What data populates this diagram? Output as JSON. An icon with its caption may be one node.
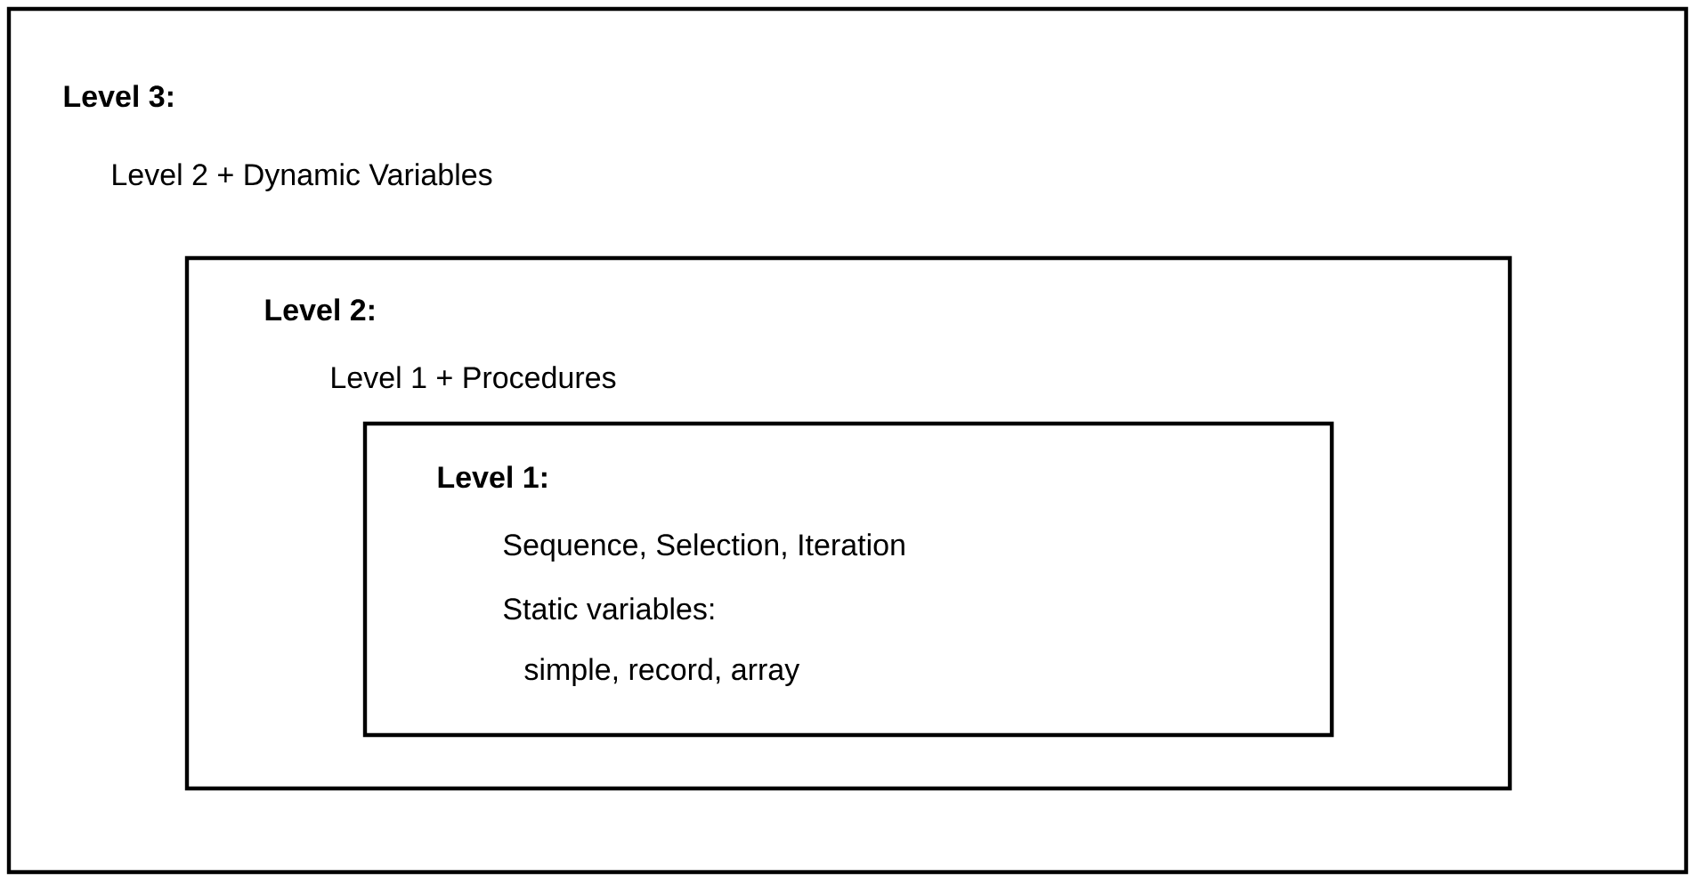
{
  "diagram": {
    "nodes": [
      {
        "text": [
          "Level 3:",
          "Level 2 + Dynamic Variables"
        ]
      },
      {
        "text": [
          "Level 2:",
          "Level 1 + Procedures"
        ],
        "in": 0
      },
      {
        "text": [
          "Level 1:",
          "Sequence, Selection, Iteration",
          "Static variables:",
          "simple, record, array"
        ],
        "in": 1
      }
    ]
  }
}
